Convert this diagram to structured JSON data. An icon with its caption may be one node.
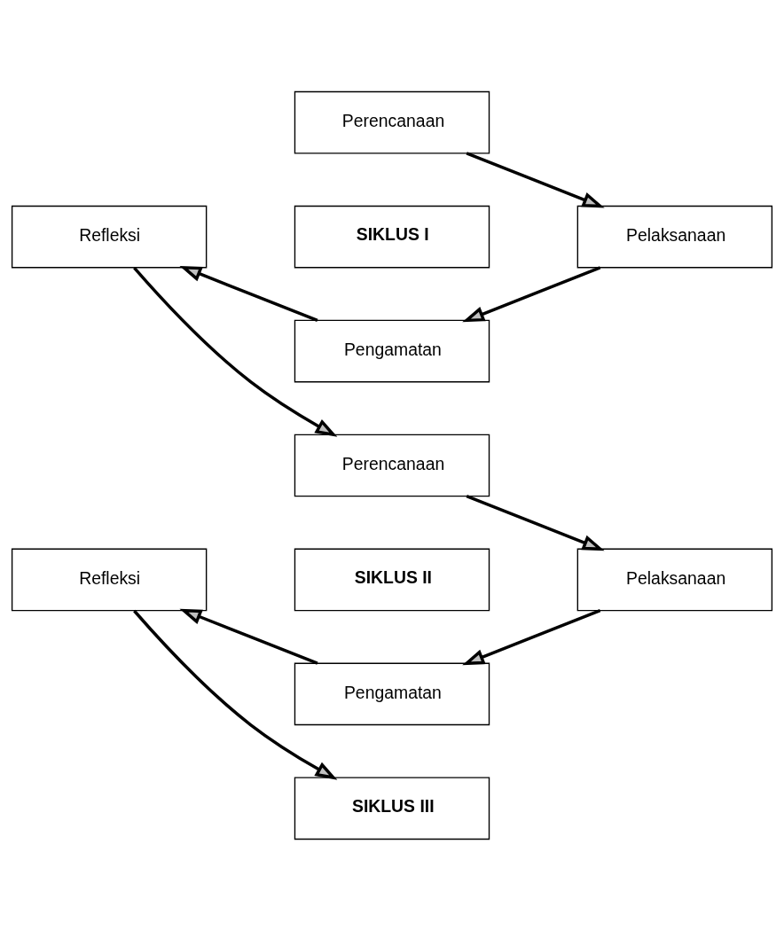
{
  "diagram": {
    "nodes": [
      {
        "text": [
          "Perencanaan"
        ]
      },
      {
        "text": [
          "Refleksi"
        ]
      },
      {
        "text": [
          "SIKLUS I"
        ]
      },
      {
        "text": [
          "Pelaksanaan"
        ]
      },
      {
        "text": [
          "Pengamatan"
        ]
      },
      {
        "text": [
          "Perencanaan"
        ]
      },
      {
        "text": [
          "Refleksi"
        ]
      },
      {
        "text": [
          "SIKLUS II"
        ]
      },
      {
        "text": [
          "Pelaksanaan"
        ]
      },
      {
        "text": [
          "Pengamatan"
        ]
      },
      {
        "text": [
          "SIKLUS III"
        ]
      }
    ],
    "edges": [
      {
        "from": 0,
        "to": 3,
        "arrow": "to"
      },
      {
        "from": 3,
        "to": 4,
        "arrow": "to"
      },
      {
        "from": 4,
        "to": 1,
        "arrow": "to"
      },
      {
        "from": 1,
        "to": 5,
        "arrow": "to"
      },
      {
        "from": 5,
        "to": 8,
        "arrow": "to"
      },
      {
        "from": 8,
        "to": 9,
        "arrow": "to"
      },
      {
        "from": 9,
        "to": 6,
        "arrow": "to"
      },
      {
        "from": 6,
        "to": 10,
        "arrow": "to"
      }
    ]
  }
}
